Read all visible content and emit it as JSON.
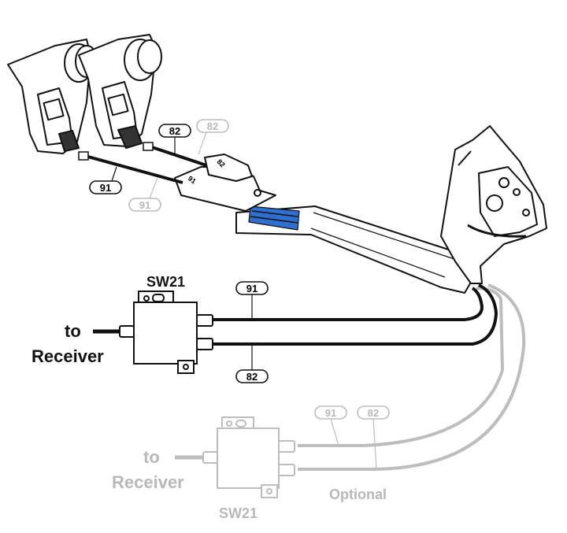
{
  "labels": {
    "sw21_top": "SW21",
    "sw21_bottom": "SW21",
    "to_receiver_top_line1": "to",
    "to_receiver_top_line2": "Receiver",
    "to_receiver_bottom_line1": "to",
    "to_receiver_bottom_line2": "Receiver",
    "optional": "Optional"
  },
  "cable_tags": {
    "t91_dish_black": "91",
    "t91_dish_gray": "91",
    "t82_dish_black": "82",
    "t82_dish_gray": "82",
    "t91_sw_top": "91",
    "t82_sw_top": "82",
    "t91_sw_bottom": "91",
    "t82_sw_bottom": "82"
  },
  "arm_markings": {
    "mark_91": "91",
    "mark_82": "82"
  },
  "colors": {
    "line": "#111111",
    "faded": "#bdbdbd",
    "faded_text": "#b8b8b8",
    "blue_band": "#2f6fd0"
  }
}
